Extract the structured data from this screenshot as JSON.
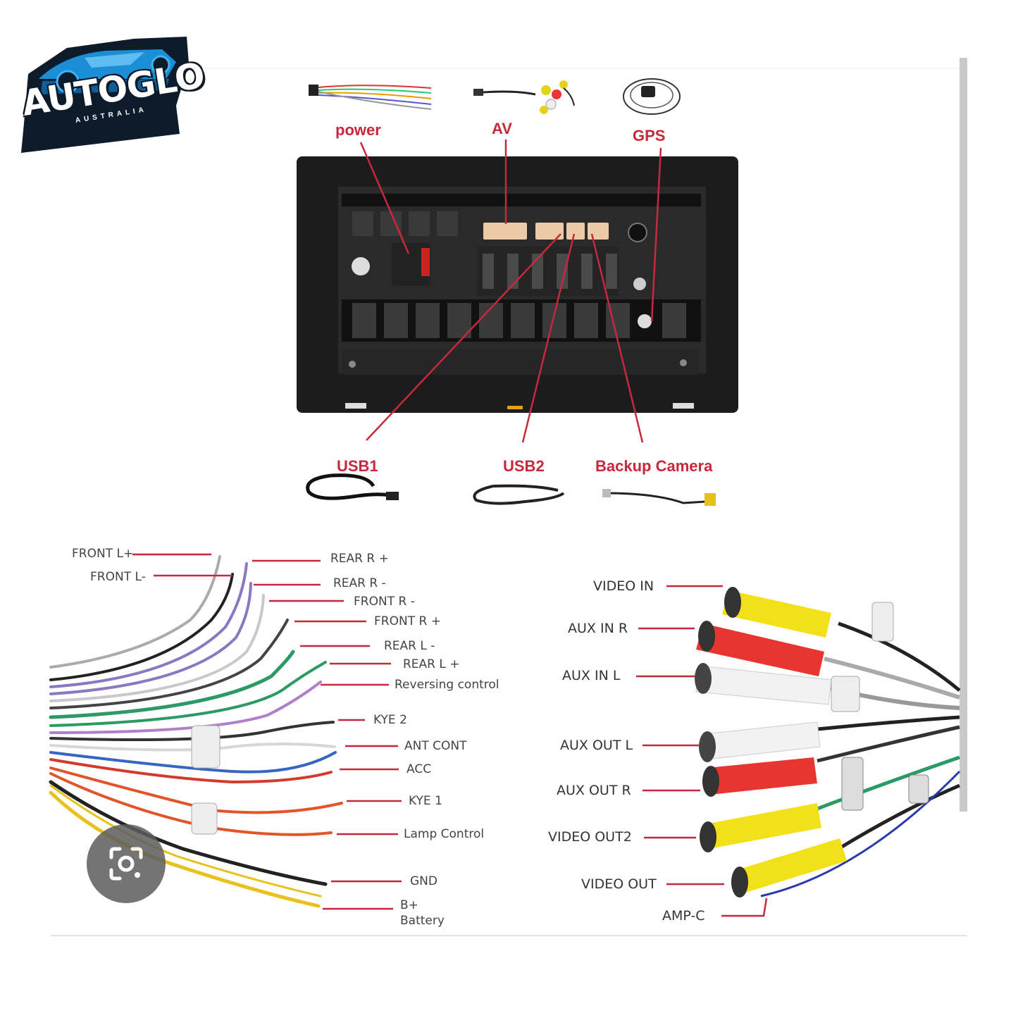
{
  "brand": {
    "title": "AUTOGLO",
    "subtitle": "AUSTRALIA"
  },
  "top_labels": {
    "power": "power",
    "av": "AV",
    "gps": "GPS",
    "usb1": "USB1",
    "usb2": "USB2",
    "backup_camera": "Backup Camera"
  },
  "wire_labels": [
    "FRONT L+",
    "FRONT L-",
    "REAR R +",
    "REAR R -",
    "FRONT R -",
    "FRONT R +",
    "REAR L -",
    "REAR L +",
    "Reversing control",
    "KYE 2",
    "ANT CONT",
    "ACC",
    "KYE 1",
    "Lamp Control",
    "GND",
    "B+",
    "Battery"
  ],
  "rca_labels": [
    "VIDEO IN",
    "AUX IN R",
    "AUX  IN L",
    "AUX OUT L",
    "AUX OUT R",
    "VIDEO OUT2",
    "VIDEO OUT",
    "AMP-C"
  ],
  "colors": {
    "label_red": "#c8283c",
    "unit_dark": "#1c1c1c",
    "plug_yellow": "#f2e018",
    "plug_red": "#e8352f",
    "plug_white": "#f2f2f2",
    "brand_blue": "#1a8fd6",
    "brand_navy": "#0d1b2a"
  },
  "icons": {
    "lens_button": "google-lens-icon"
  }
}
